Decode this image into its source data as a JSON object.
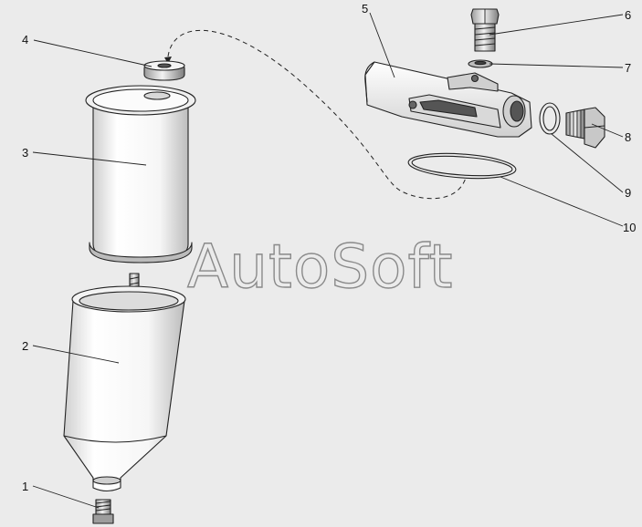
{
  "watermark": "AutoSoft",
  "callouts": [
    {
      "id": "1",
      "text": "1"
    },
    {
      "id": "2",
      "text": "2"
    },
    {
      "id": "3",
      "text": "3"
    },
    {
      "id": "4",
      "text": "4"
    },
    {
      "id": "5",
      "text": "5"
    },
    {
      "id": "6",
      "text": "6"
    },
    {
      "id": "7",
      "text": "7"
    },
    {
      "id": "8",
      "text": "8"
    },
    {
      "id": "9",
      "text": "9"
    },
    {
      "id": "10",
      "text": "10"
    }
  ],
  "colors": {
    "background": "#ebebeb",
    "body": "#ffffff",
    "line": "#222222",
    "watermark": "#8a8a8a"
  }
}
